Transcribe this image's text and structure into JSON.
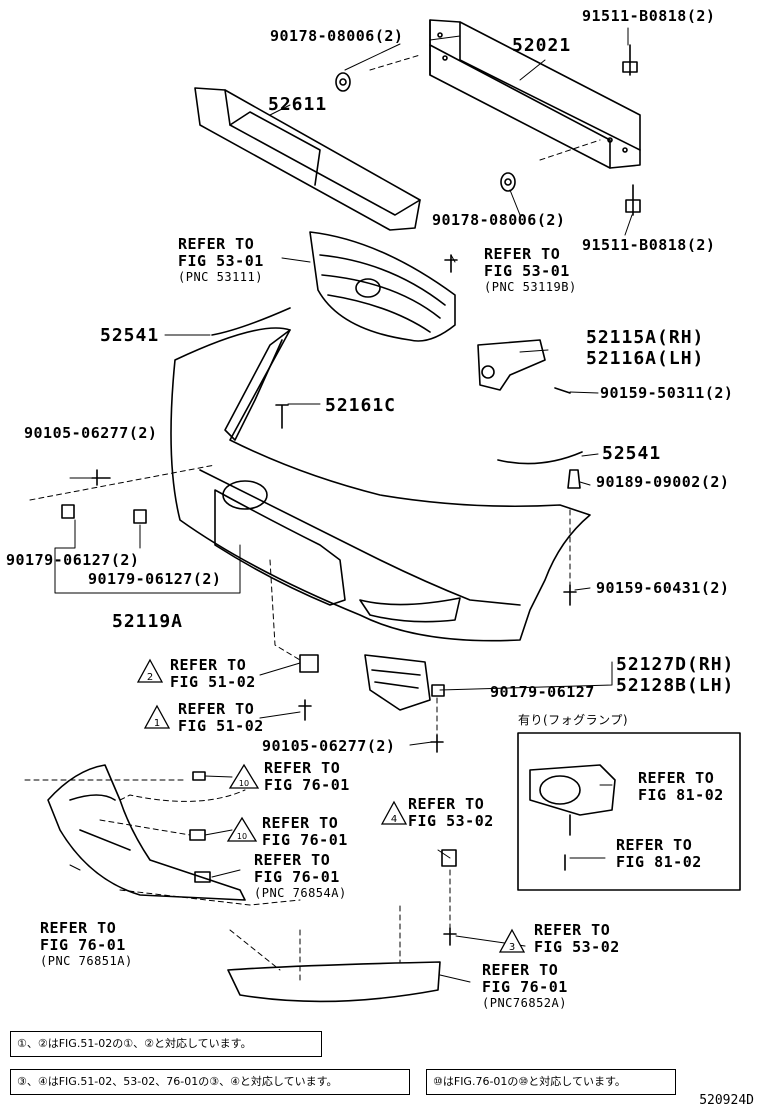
{
  "parts": {
    "p90178_top": "90178-08006(2)",
    "p91511_top": "91511-B0818(2)",
    "p52021": "52021",
    "p52611": "52611",
    "p90178_mid": "90178-08006(2)",
    "p91511_mid": "91511-B0818(2)",
    "p52541_left": "52541",
    "p52115": "52115A(RH)",
    "p52116": "52116A(LH)",
    "p90159_50311": "90159-50311(2)",
    "p52161c": "52161C",
    "p90105_top": "90105-06277(2)",
    "p52541_right": "52541",
    "p90189": "90189-09002(2)",
    "p90179_a": "90179-06127(2)",
    "p90179_b": "90179-06127(2)",
    "p52119a": "52119A",
    "p90159_60431": "90159-60431(2)",
    "p52127d": "52127D(RH)",
    "p52128b": "52128B(LH)",
    "p90179_c": "90179-06127",
    "p90105_bot": "90105-06277(2)"
  },
  "refs": {
    "grille_left": [
      "REFER TO",
      "FIG 53-01",
      "(PNC 53111)"
    ],
    "grille_right": [
      "REFER TO",
      "FIG 53-01",
      "(PNC 53119B)"
    ],
    "ref2": [
      "REFER TO",
      "FIG 51-02"
    ],
    "ref1": [
      "REFER TO",
      "FIG 51-02"
    ],
    "ref10a": [
      "REFER TO",
      "FIG 76-01"
    ],
    "ref10b": [
      "REFER TO",
      "FIG 76-01"
    ],
    "ref_76854": [
      "REFER TO",
      "FIG 76-01",
      "(PNC 76854A)"
    ],
    "ref4": [
      "REFER TO",
      "FIG 53-02"
    ],
    "fog_a": [
      "REFER TO",
      "FIG 81-02"
    ],
    "fog_b": [
      "REFER TO",
      "FIG 81-02"
    ],
    "ref3": [
      "REFER TO",
      "FIG 53-02"
    ],
    "ref_76851": [
      "REFER TO",
      "FIG 76-01",
      "(PNC 76851A)"
    ],
    "ref_76852": [
      "REFER TO",
      "FIG 76-01",
      "(PNC76852A)"
    ]
  },
  "markers": {
    "m1": "1",
    "m2": "2",
    "m3": "3",
    "m4": "4",
    "m10a": "10",
    "m10b": "10"
  },
  "fog_note": "有り(フォグランプ)",
  "notes": {
    "n1": "①、②はFIG.51-02の①、②と対応しています。",
    "n2": "③、④はFIG.51-02、53-02、76-01の③、④と対応しています。",
    "n3": "⑩はFIG.76-01の⑩と対応しています。"
  },
  "diagram_code": "520924D"
}
